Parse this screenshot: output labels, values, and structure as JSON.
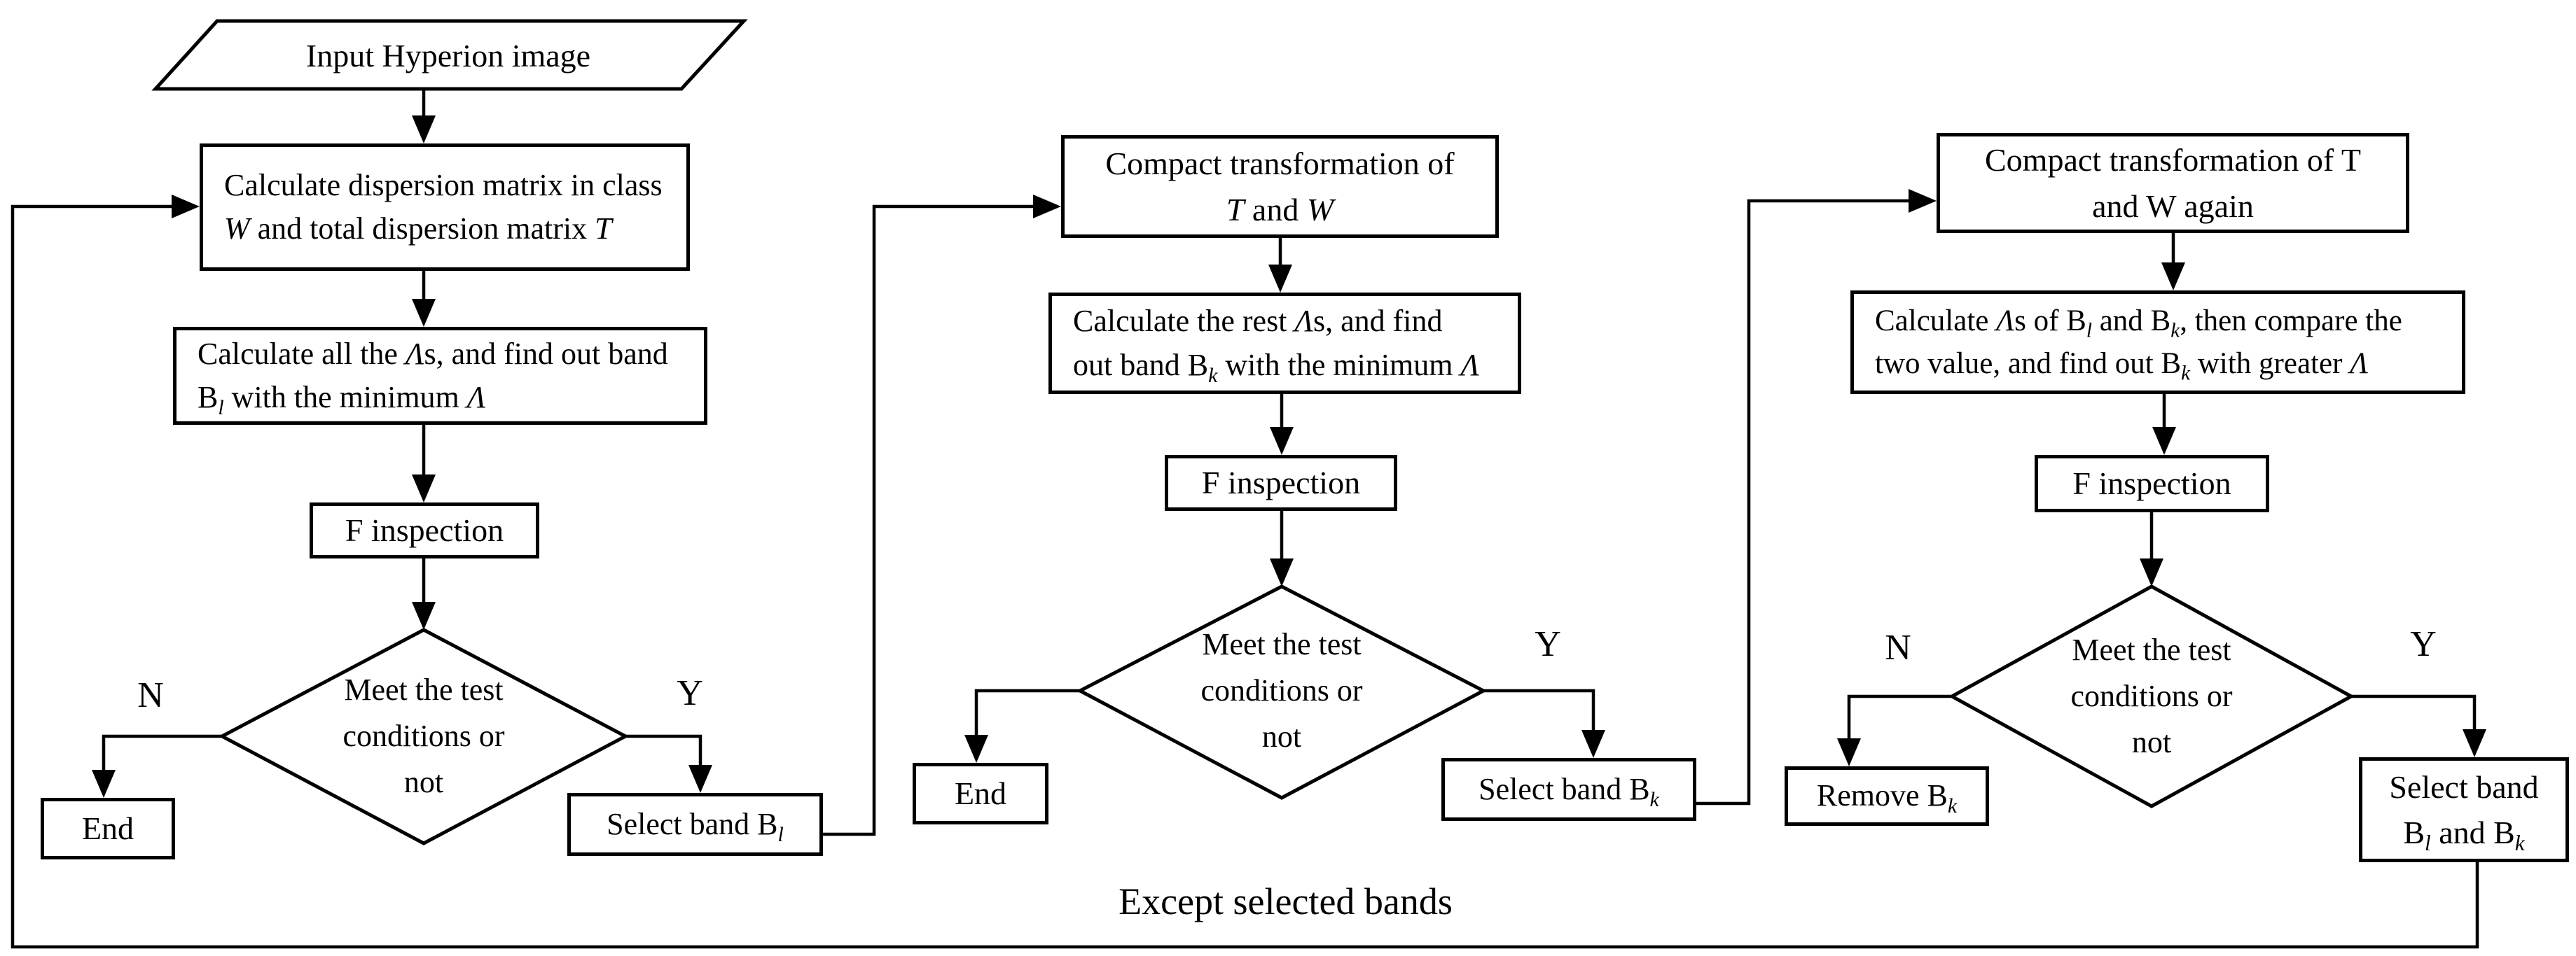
{
  "shared": {
    "decision_text": "Meet the test\nconditions or\nnot",
    "colors": {
      "stroke": "#000000",
      "background": "#ffffff"
    }
  },
  "footer": {
    "label": "Except selected bands"
  },
  "left": {
    "input_label": "Input Hyperion image",
    "dispersion": {
      "line1": "Calculate dispersion matrix in class",
      "w": "W",
      "and_total": " and total dispersion matrix ",
      "t": "T"
    },
    "lambda_calc": {
      "p1": "Calculate all the ",
      "lambda1": "Λ",
      "p2": "s, and find out band",
      "b": "B",
      "sub": "l",
      "p3": " with the minimum ",
      "lambda2": "Λ"
    },
    "f_label": "F inspection",
    "n_label": "N",
    "y_label": "Y",
    "end_label": "End",
    "select": {
      "p1": "Select band B",
      "sub": "l"
    }
  },
  "middle": {
    "compact": {
      "line1": "Compact transformation of",
      "t": "T",
      "and": " and ",
      "w": "W"
    },
    "lambda_calc": {
      "p1": "Calculate the rest ",
      "lambda1": "Λ",
      "p2": "s, and find",
      "p3": "out band B",
      "sub": "k",
      "p4": " with the minimum ",
      "lambda2": "Λ"
    },
    "f_label": "F inspection",
    "y_label": "Y",
    "end_label": "End",
    "select": {
      "p1": "Select band B",
      "sub": "k"
    }
  },
  "right": {
    "compact": {
      "line1": "Compact transformation of T",
      "line2": "and W again"
    },
    "lambda_calc": {
      "p1": "Calculate ",
      "lambda1": "Λ",
      "p2": "s of B",
      "sub1": "l",
      "p3": " and B",
      "sub2": "k",
      "p4": ", then compare the",
      "p5": "two value, and find out B",
      "sub3": "k",
      "p6": " with greater ",
      "lambda2": "Λ"
    },
    "f_label": "F inspection",
    "n_label": "N",
    "y_label": "Y",
    "remove": {
      "p1": "Remove B",
      "sub": "k"
    },
    "select": {
      "line1": "Select band",
      "b1": "B",
      "sub1": "l",
      "and": " and B",
      "sub2": "k"
    }
  }
}
